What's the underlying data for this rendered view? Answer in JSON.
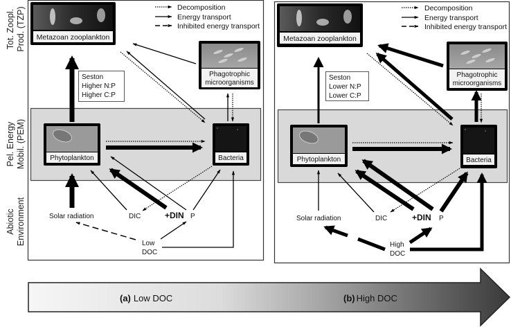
{
  "row_labels": [
    {
      "line1": "Tot. Zoopl.",
      "line2": "Prod. (TZP)"
    },
    {
      "line1": "Pel. Energy",
      "line2": "Mobil. (PEM)"
    },
    {
      "line1": "Abiotic",
      "line2": "Environment"
    }
  ],
  "legend": {
    "decomposition": "Decomposition",
    "energy_transport": "Energy transport",
    "inhibited": "Inhibited energy transport"
  },
  "organisms": {
    "metazoan": "Metazoan zooplankton",
    "phago_line1": "Phagotrophic",
    "phago_line2": "microorganisms",
    "phytoplankton": "Phytoplankton",
    "bacteria": "Bacteria"
  },
  "abiotic": {
    "solar": "Solar radiation",
    "dic": "DIC",
    "din": "+DIN",
    "p": "P",
    "doc_word": "DOC"
  },
  "panel_a": {
    "seston": [
      "Seston",
      "Higher N:P",
      "Higher C:P"
    ],
    "doc_level": "Low"
  },
  "panel_b": {
    "seston": [
      "Seston",
      "Lower N:P",
      "Lower C:P"
    ],
    "doc_level": "High"
  },
  "gradient_arrow": {
    "a_tag": "(a)",
    "a_label": "Low DOC",
    "b_tag": "(b)",
    "b_label": "High DOC"
  },
  "colors": {
    "band": "#d9d9d9",
    "arrow": "#000000",
    "gradient_start": "#f4f4f4",
    "gradient_end": "#3a3a3a"
  }
}
